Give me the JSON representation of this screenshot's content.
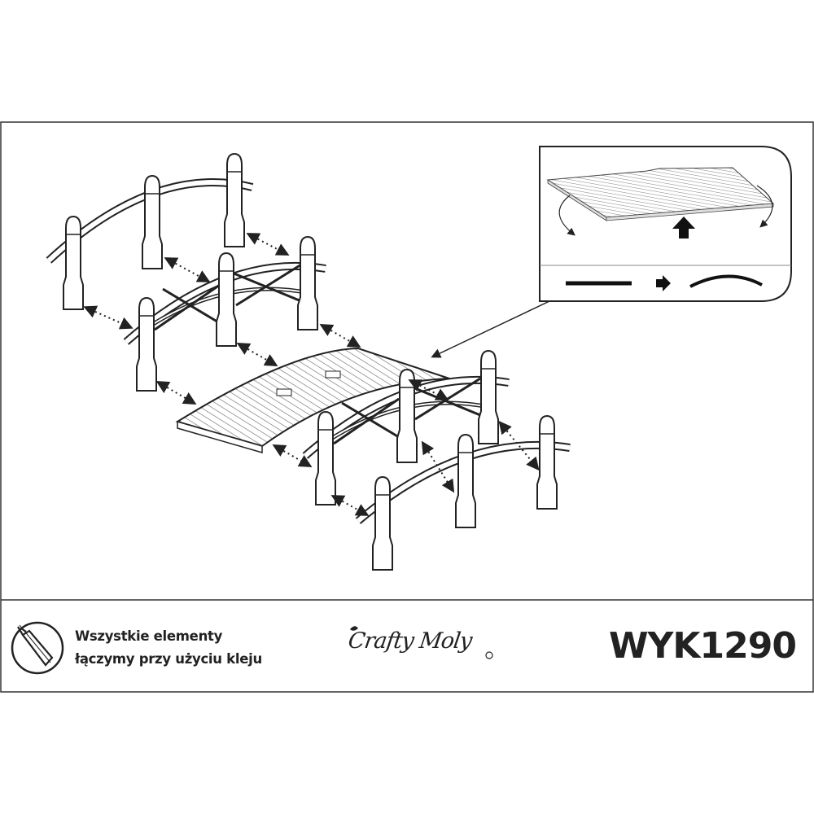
{
  "instruction": {
    "line1": "Wszystkie elementy",
    "line2": "łączymy przy użyciu kleju",
    "icon": "glue-tube-icon"
  },
  "brand": {
    "logo_text": "Crafty Moly"
  },
  "product_code": "WYK1290",
  "colors": {
    "stroke": "#222222",
    "fill": "#ffffff",
    "deck_stripe": "#555555"
  }
}
